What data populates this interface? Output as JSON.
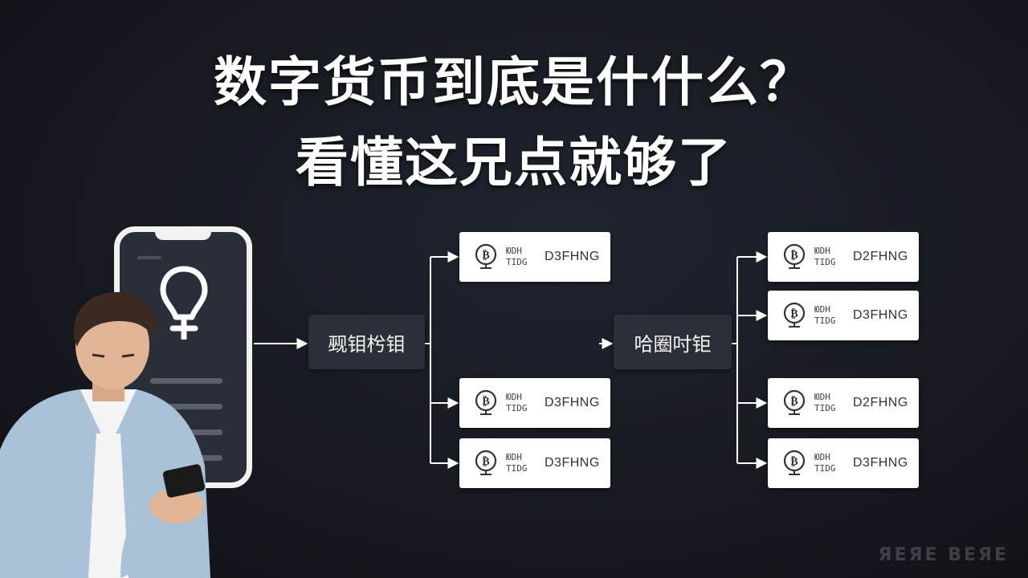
{
  "title": {
    "line1": "数字货币到底是什什么？",
    "line2": "看懂这兄点就够了"
  },
  "hubs": [
    {
      "label": "觋钼枍钼"
    },
    {
      "label": "哈圈吋钜"
    }
  ],
  "cards_left": [
    {
      "top": "ЮDH",
      "bottom": "TIDG",
      "code": "D3FHNG"
    },
    {
      "top": "ЮDH",
      "bottom": "TIDG",
      "code": "D3FHNG"
    },
    {
      "top": "ЮDH",
      "bottom": "TIDG",
      "code": "D3FHNG"
    }
  ],
  "cards_right": [
    {
      "top": "ЮDH",
      "bottom": "TIDG",
      "code": "D2FHNG"
    },
    {
      "top": "ЮDH",
      "bottom": "TIDG",
      "code": "D3FHNG"
    },
    {
      "top": "ЮDH",
      "bottom": "TIDG",
      "code": "D2FHNG"
    },
    {
      "top": "ЮDH",
      "bottom": "TIDG",
      "code": "D3FHNG"
    }
  ],
  "watermark": "ЯЕЯЕ ВЕЯЕ",
  "colors": {
    "background": "#15181f",
    "hub": "#2b3038",
    "card": "#ffffff",
    "wire": "#ffffff"
  },
  "icons": {
    "card": "bitcoin-coin-icon",
    "phone": "lightbulb-icon"
  }
}
